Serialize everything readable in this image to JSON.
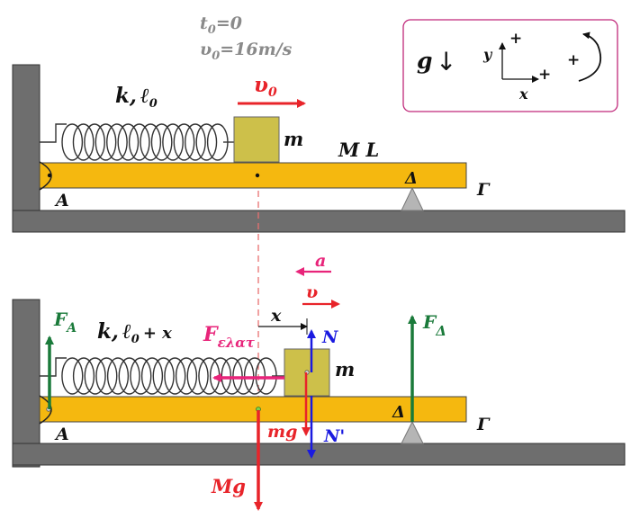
{
  "top": {
    "t0_label": "t",
    "t0_sub": "0",
    "t0_rest": "=0",
    "v0_label": "υ",
    "v0_sub": "0",
    "v0_rest": "=16m/s",
    "spring_k": "k,",
    "spring_l": "ℓ",
    "spring_l_sub": "0",
    "velocity_label": "υ",
    "velocity_sub": "0",
    "mass_label": "m",
    "beam_label": "M L",
    "hinge_label": "A",
    "support_label": "Δ",
    "end_label": "Γ"
  },
  "legend": {
    "g_label": "g",
    "g_arrow": "↓",
    "y_axis": "y",
    "x_axis": "x",
    "plus_y": "+",
    "plus_x": "+",
    "plus_rot": "+"
  },
  "bottom": {
    "accel_label": "a",
    "velocity_label": "υ",
    "x_label": "x",
    "spring_k": "k,",
    "spring_l": "ℓ",
    "spring_l_sub": "0",
    "spring_extra": "+ x",
    "FA_label": "F",
    "FA_sub": "A",
    "Felastic_label": "F",
    "Felastic_sub": "ελατ",
    "N_label": "N",
    "Nprime_label": "N'",
    "mg_label": "mg",
    "Mg_label": "Mg",
    "FDelta_label": "F",
    "FDelta_sub": "Δ",
    "mass_label": "m",
    "hinge_label": "A",
    "support_label": "Δ",
    "end_label": "Γ"
  },
  "colors": {
    "beam": "#f5b80f",
    "block": "#cdc04a",
    "wall": "#6e6e6e",
    "legend_border": "#c0287a"
  }
}
